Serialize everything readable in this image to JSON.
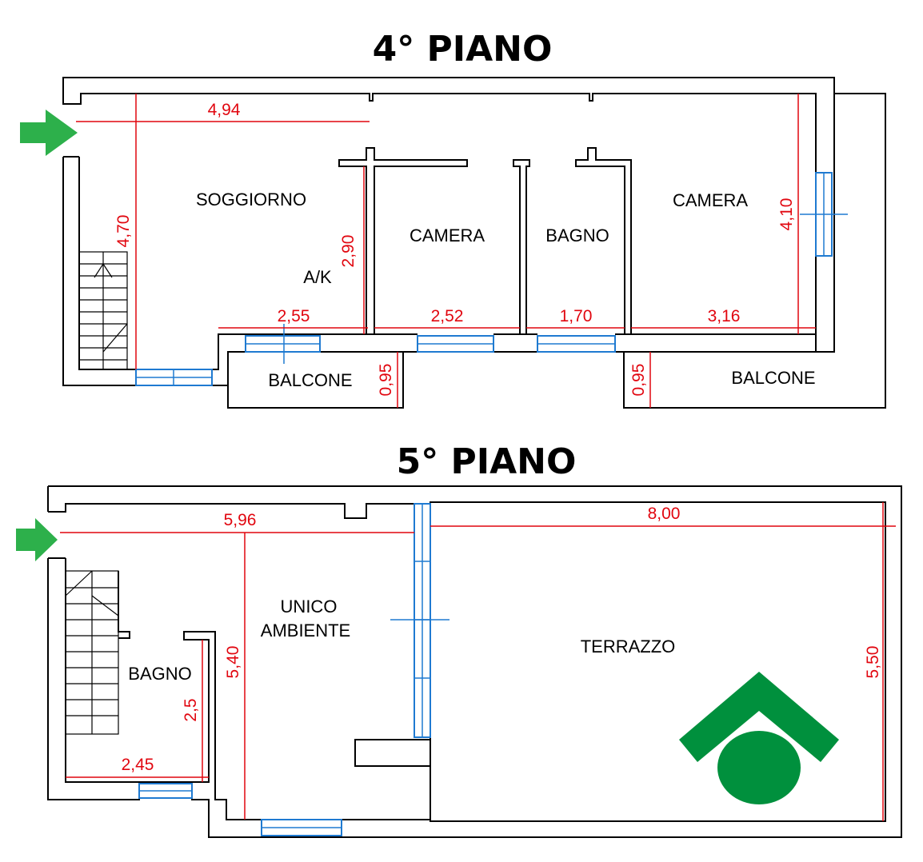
{
  "floor4": {
    "title": "4° PIANO",
    "rooms": {
      "soggiorno": "SOGGIORNO",
      "ak": "A/K",
      "camera1": "CAMERA",
      "bagno": "BAGNO",
      "camera2": "CAMERA",
      "balcone1": "BALCONE",
      "balcone2": "BALCONE"
    },
    "dimensions": {
      "d494": "4,94",
      "d470": "4,70",
      "d290": "2,90",
      "d255": "2,55",
      "d252": "2,52",
      "d170": "1,70",
      "d316": "3,16",
      "d410": "4,10",
      "d095a": "0,95",
      "d095b": "0,95"
    }
  },
  "floor5": {
    "title": "5° PIANO",
    "rooms": {
      "unico1": "UNICO",
      "unico2": "AMBIENTE",
      "bagno": "BAGNO",
      "terrazzo": "TERRAZZO"
    },
    "dimensions": {
      "d596": "5,96",
      "d800": "8,00",
      "d540": "5,40",
      "d550": "5,50",
      "d25": "2,5",
      "d245": "2,45"
    }
  },
  "colors": {
    "dimension": "#e1060f",
    "window": "#1f7ad1",
    "entrance_arrow": "#2db04b",
    "logo": "#00903d"
  },
  "icons": [
    "entrance-arrow-icon",
    "agency-logo-icon"
  ]
}
